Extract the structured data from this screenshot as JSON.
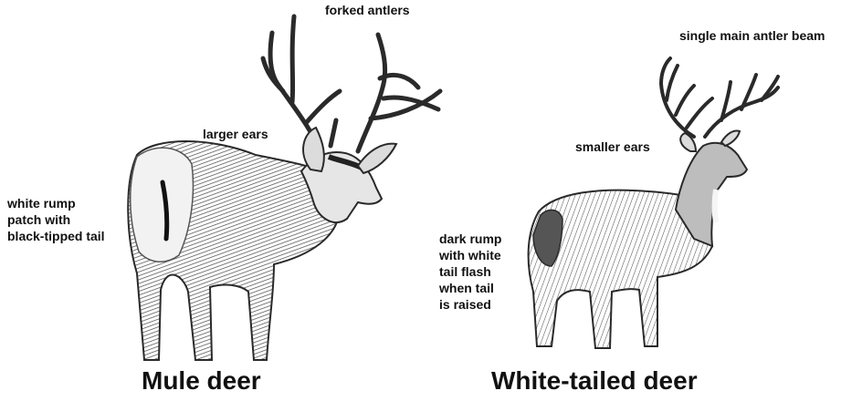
{
  "mule": {
    "caption": "Mule deer",
    "labels": {
      "antlers": "forked antlers",
      "ears": "larger ears",
      "rump": "white rump\npatch with\nblack-tipped tail"
    }
  },
  "whitetail": {
    "caption": "White-tailed deer",
    "labels": {
      "antlers": "single main antler beam",
      "ears": "smaller ears",
      "rump": "dark rump\nwith white\ntail flash\nwhen tail\nis raised"
    }
  },
  "colors": {
    "text": "#111111",
    "ink": "#2a2a2a",
    "shade": "#6b6b6b",
    "light": "#d8d8d8"
  }
}
